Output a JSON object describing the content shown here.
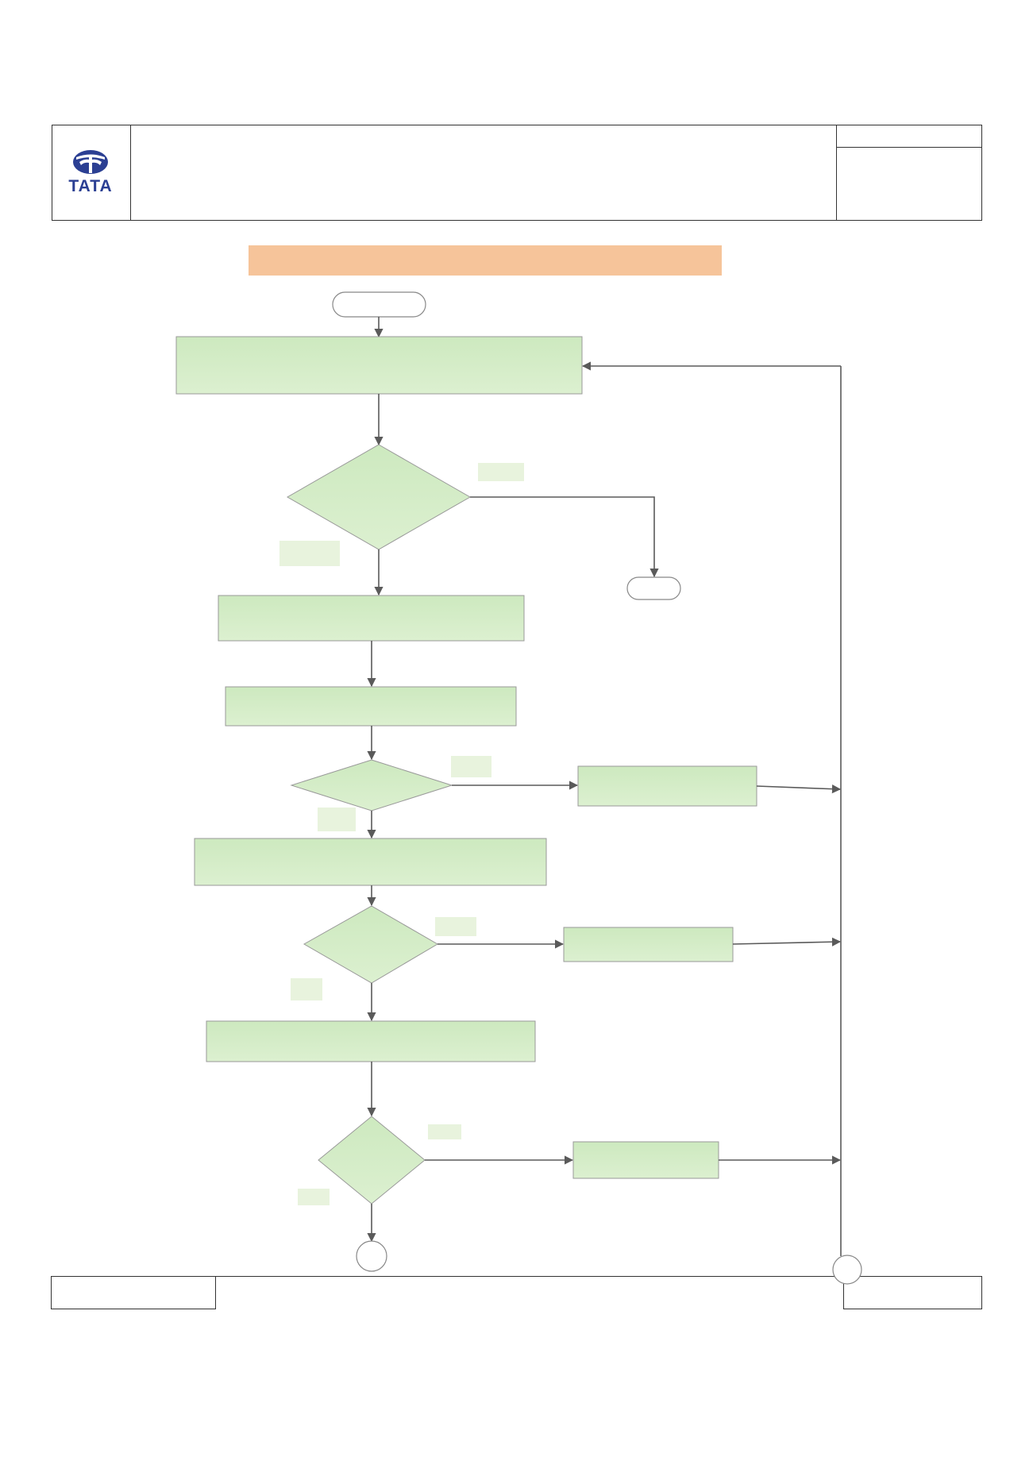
{
  "header": {
    "logo": {
      "wordmark": "TATA",
      "icon": "tata-logo-icon",
      "color": "#2b3f93"
    }
  },
  "banner": {
    "color": "#f6c49a"
  },
  "flowchart": {
    "process_fill": "#d4edc7",
    "edge_label_fill": "#e8f3dd",
    "line_color": "#5a5a5a",
    "nodes": [
      "start",
      "process",
      "decision",
      "end",
      "process",
      "process",
      "decision",
      "process",
      "process",
      "decision",
      "process",
      "process",
      "decision",
      "process",
      "connector",
      "connector"
    ]
  }
}
